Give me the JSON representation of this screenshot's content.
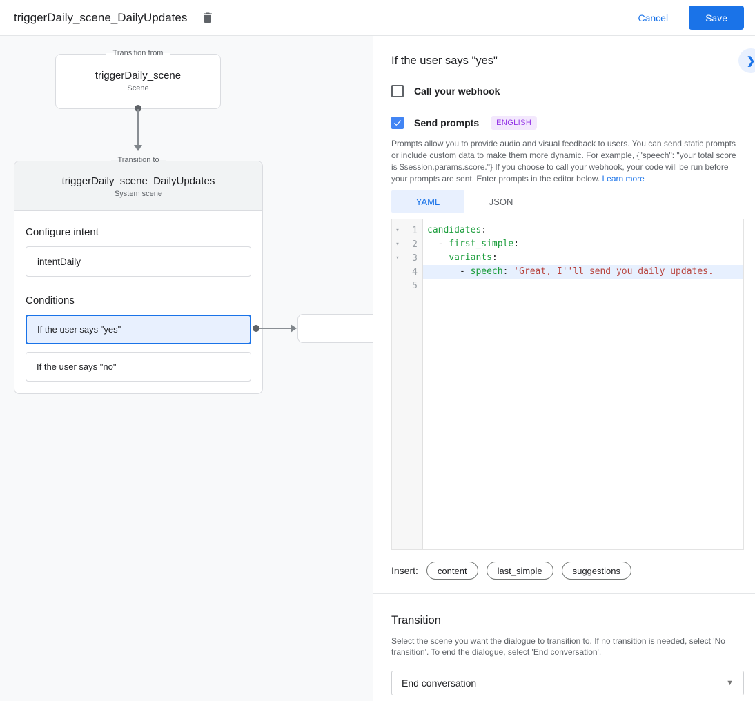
{
  "colors": {
    "accent_blue": "#1a73e8",
    "checkbox_blue": "#4285f4",
    "selected_bg": "#e8f0fe",
    "badge_bg": "#f3e8fd",
    "badge_text": "#9334e6",
    "code_key_green": "#1e9e3e",
    "code_string_red": "#b8453f",
    "canvas_bg": "#f8f9fa"
  },
  "icons": {
    "fold_arrow": "▾",
    "dropdown_caret": "▼",
    "expand_chevron": "❯"
  },
  "header": {
    "title": "triggerDaily_scene_DailyUpdates",
    "cancel_label": "Cancel",
    "save_label": "Save"
  },
  "diagram": {
    "from_box": {
      "legend": "Transition from",
      "title": "triggerDaily_scene",
      "subtitle": "Scene"
    },
    "to_box": {
      "legend": "Transition to",
      "title": "triggerDaily_scene_DailyUpdates",
      "subtitle": "System scene",
      "configure_intent_label": "Configure intent",
      "intent_value": "intentDaily",
      "conditions_label": "Conditions",
      "conditions": [
        {
          "label": "If the user says \"yes\"",
          "selected": true
        },
        {
          "label": "If the user says \"no\"",
          "selected": false
        }
      ]
    }
  },
  "panel": {
    "title": "If the user says \"yes\"",
    "webhook_checkbox": {
      "label": "Call your webhook",
      "checked": false
    },
    "prompts_checkbox": {
      "label": "Send prompts",
      "checked": true,
      "badge": "ENGLISH"
    },
    "description": "Prompts allow you to provide audio and visual feedback to users. You can send static prompts or include custom data to make them more dynamic. For example, {\"speech\": \"your total score is $session.params.score.\"} If you choose to call your webhook, your code will be run before your prompts are sent. Enter prompts in the editor below. ",
    "learn_more": "Learn more",
    "tabs": [
      {
        "label": "YAML",
        "active": true
      },
      {
        "label": "JSON",
        "active": false
      }
    ],
    "editor": {
      "lines": [
        {
          "num": "1",
          "fold": true,
          "tokens": [
            {
              "t": "candidates",
              "c": "key"
            },
            {
              "t": ":",
              "c": "plain"
            }
          ]
        },
        {
          "num": "2",
          "fold": true,
          "tokens": [
            {
              "t": "  - ",
              "c": "plain"
            },
            {
              "t": "first_simple",
              "c": "key"
            },
            {
              "t": ":",
              "c": "plain"
            }
          ]
        },
        {
          "num": "3",
          "fold": true,
          "tokens": [
            {
              "t": "    ",
              "c": "plain"
            },
            {
              "t": "variants",
              "c": "key"
            },
            {
              "t": ":",
              "c": "plain"
            }
          ]
        },
        {
          "num": "4",
          "fold": false,
          "highlight": true,
          "tokens": [
            {
              "t": "      - ",
              "c": "plain"
            },
            {
              "t": "speech",
              "c": "key"
            },
            {
              "t": ": ",
              "c": "plain"
            },
            {
              "t": "'Great, I''ll send you daily updates.",
              "c": "string"
            }
          ]
        },
        {
          "num": "5",
          "fold": false,
          "tokens": []
        }
      ]
    },
    "insert": {
      "label": "Insert:",
      "chips": [
        "content",
        "last_simple",
        "suggestions"
      ]
    },
    "transition": {
      "title": "Transition",
      "description": "Select the scene you want the dialogue to transition to. If no transition is needed, select 'No transition'. To end the dialogue, select 'End conversation'.",
      "value": "End conversation"
    }
  }
}
